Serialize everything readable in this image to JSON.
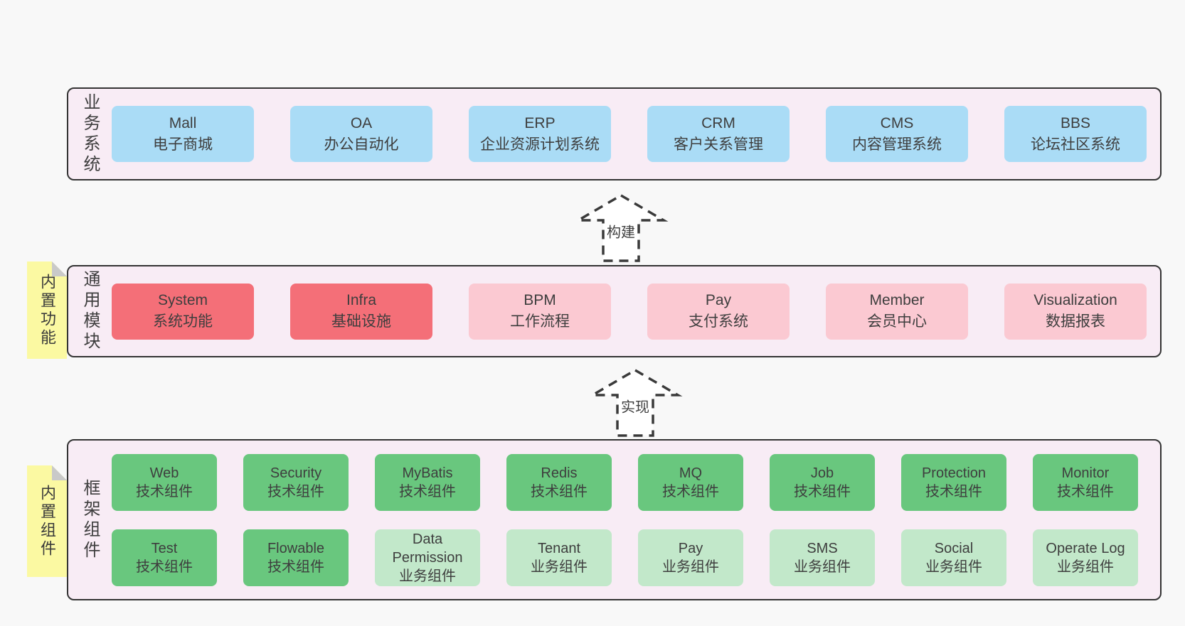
{
  "colors": {
    "page": "#f8f8f8",
    "panel": "#f8ecf5",
    "panelBorder": "#333333",
    "text": "#3e3e3e",
    "blue": "#aadcf6",
    "red": "#f46f78",
    "pink": "#fbc9d2",
    "green": "#69c77e",
    "greenLight": "#c2e8ca",
    "sticky": "#fbf9a2",
    "fold": "#c9c9c9",
    "arrowStroke": "#3a3a3a",
    "arrowFill": "#ffffff"
  },
  "stickies": [
    {
      "label": "内置功能"
    },
    {
      "label": "内置组件"
    }
  ],
  "arrows": [
    {
      "label": "构建"
    },
    {
      "label": "实现"
    }
  ],
  "sections": [
    {
      "label": "业务系统",
      "rows": [
        [
          {
            "en": "Mall",
            "zh": "电子商城",
            "variant": "blue"
          },
          {
            "en": "OA",
            "zh": "办公自动化",
            "variant": "blue"
          },
          {
            "en": "ERP",
            "zh": "企业资源计划系统",
            "variant": "blue"
          },
          {
            "en": "CRM",
            "zh": "客户关系管理",
            "variant": "blue"
          },
          {
            "en": "CMS",
            "zh": "内容管理系统",
            "variant": "blue"
          },
          {
            "en": "BBS",
            "zh": "论坛社区系统",
            "variant": "blue"
          }
        ]
      ]
    },
    {
      "label": "通用模块",
      "rows": [
        [
          {
            "en": "System",
            "zh": "系统功能",
            "variant": "red"
          },
          {
            "en": "Infra",
            "zh": "基础设施",
            "variant": "red"
          },
          {
            "en": "BPM",
            "zh": "工作流程",
            "variant": "pink"
          },
          {
            "en": "Pay",
            "zh": "支付系统",
            "variant": "pink"
          },
          {
            "en": "Member",
            "zh": "会员中心",
            "variant": "pink"
          },
          {
            "en": "Visualization",
            "zh": "数据报表",
            "variant": "pink"
          }
        ]
      ]
    },
    {
      "label": "框架组件",
      "rows": [
        [
          {
            "en": "Web",
            "zh": "技术组件",
            "variant": "green"
          },
          {
            "en": "Security",
            "zh": "技术组件",
            "variant": "green"
          },
          {
            "en": "MyBatis",
            "zh": "技术组件",
            "variant": "green"
          },
          {
            "en": "Redis",
            "zh": "技术组件",
            "variant": "green"
          },
          {
            "en": "MQ",
            "zh": "技术组件",
            "variant": "green"
          },
          {
            "en": "Job",
            "zh": "技术组件",
            "variant": "green"
          },
          {
            "en": "Protection",
            "zh": "技术组件",
            "variant": "green"
          },
          {
            "en": "Monitor",
            "zh": "技术组件",
            "variant": "green"
          }
        ],
        [
          {
            "en": "Test",
            "zh": "技术组件",
            "variant": "green"
          },
          {
            "en": "Flowable",
            "zh": "技术组件",
            "variant": "green"
          },
          {
            "en": "Data Permission",
            "zh": "业务组件",
            "variant": "green-light"
          },
          {
            "en": "Tenant",
            "zh": "业务组件",
            "variant": "green-light"
          },
          {
            "en": "Pay",
            "zh": "业务组件",
            "variant": "green-light"
          },
          {
            "en": "SMS",
            "zh": "业务组件",
            "variant": "green-light"
          },
          {
            "en": "Social",
            "zh": "业务组件",
            "variant": "green-light"
          },
          {
            "en": "Operate Log",
            "zh": "业务组件",
            "variant": "green-light"
          }
        ]
      ]
    }
  ]
}
